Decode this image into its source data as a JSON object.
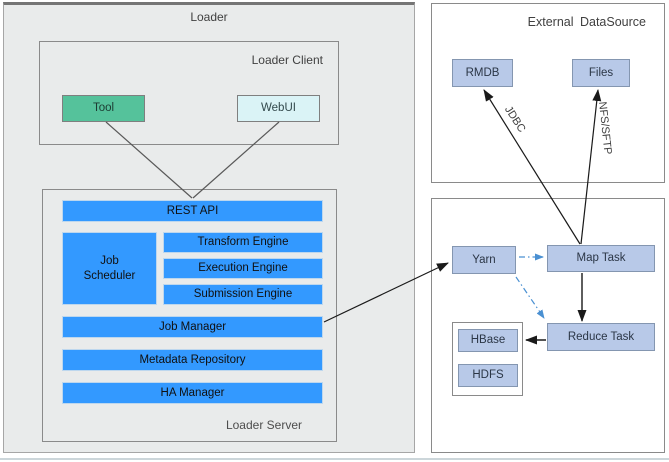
{
  "loader": {
    "title": "Loader",
    "client": {
      "title": "Loader Client",
      "tool": "Tool",
      "webui": "WebUI"
    },
    "server": {
      "title": "Loader Server",
      "rest_api": "REST API",
      "job_scheduler": "Job Scheduler",
      "engines": [
        "Transform Engine",
        "Execution Engine",
        "Submission Engine"
      ],
      "job_manager": "Job Manager",
      "metadata_repository": "Metadata Repository",
      "ha_manager": "HA Manager"
    }
  },
  "external_datasource": {
    "title": "External DataSource",
    "rmdb": "RMDB",
    "files": "Files"
  },
  "cluster": {
    "yarn": "Yarn",
    "map_task": "Map Task",
    "reduce_task": "Reduce Task",
    "hbase": "HBase",
    "hdfs": "HDFS"
  },
  "edge_labels": {
    "jdbc": "JDBC",
    "nfs_sftp": "NFS/SFTP"
  },
  "colors": {
    "loader_fill": "#e9ebeb",
    "primary_blue": "#3399ff",
    "tool_green": "#55c29b",
    "webui_cyan": "#daf3f6",
    "node_periwinkle": "#b8c9e8",
    "dashed_arrow_blue": "#4a90d2",
    "line_gray": "#4d4d4d"
  }
}
